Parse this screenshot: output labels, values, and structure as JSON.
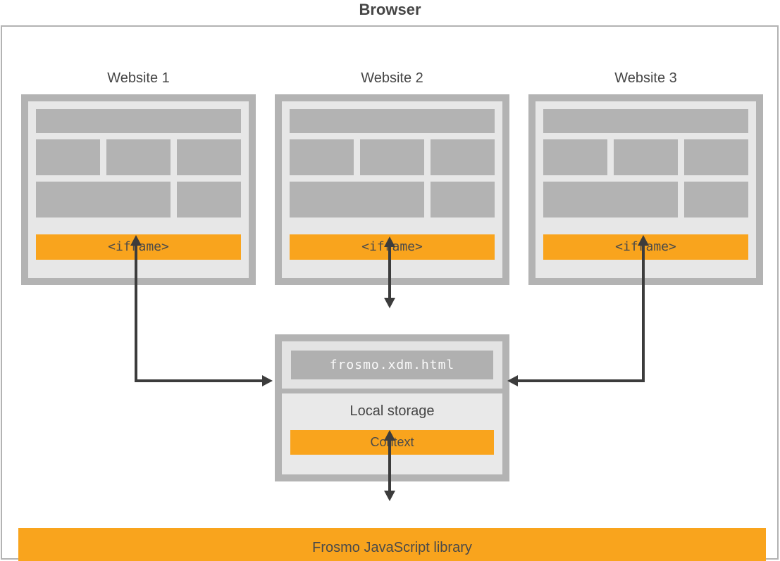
{
  "browser": {
    "title": "Browser"
  },
  "websites": [
    {
      "label": "Website 1",
      "iframe_label": "<iframe>"
    },
    {
      "label": "Website 2",
      "iframe_label": "<iframe>"
    },
    {
      "label": "Website 3",
      "iframe_label": "<iframe>"
    }
  ],
  "bridge": {
    "file_label": "frosmo.xdm.html",
    "storage_label": "Local storage",
    "context_label": "Context"
  },
  "library": {
    "label": "Frosmo JavaScript library"
  },
  "colors": {
    "accent_orange": "#F9A41D",
    "frame_gray": "#B3B3B3",
    "panel_light": "#E7E7E7",
    "arrow_dark": "#3C3C3C",
    "text_dark": "#454545"
  }
}
